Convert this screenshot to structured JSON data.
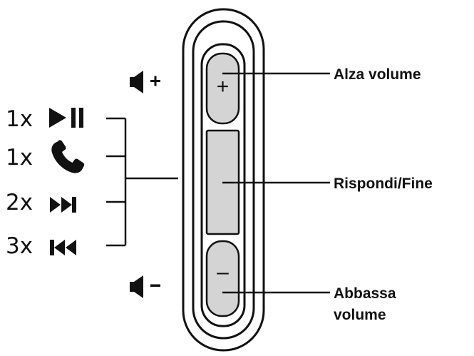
{
  "callouts": {
    "volume_up": "Alza volume",
    "answer_end": "Rispondi/Fine",
    "volume_down_line1": "Abbassa",
    "volume_down_line2": "volume"
  },
  "buttons": {
    "plus_symbol": "+",
    "minus_symbol": "–"
  },
  "press_actions": [
    {
      "count": "1x",
      "icon": "play-pause-icon"
    },
    {
      "count": "1x",
      "icon": "phone-icon"
    },
    {
      "count": "2x",
      "icon": "next-track-icon"
    },
    {
      "count": "3x",
      "icon": "previous-track-icon"
    }
  ],
  "volume_icons": {
    "up": "speaker-plus-icon",
    "down": "speaker-minus-icon"
  },
  "colors": {
    "button_fill": "#d4d4d4",
    "outline": "#111111",
    "background": "#ffffff"
  }
}
